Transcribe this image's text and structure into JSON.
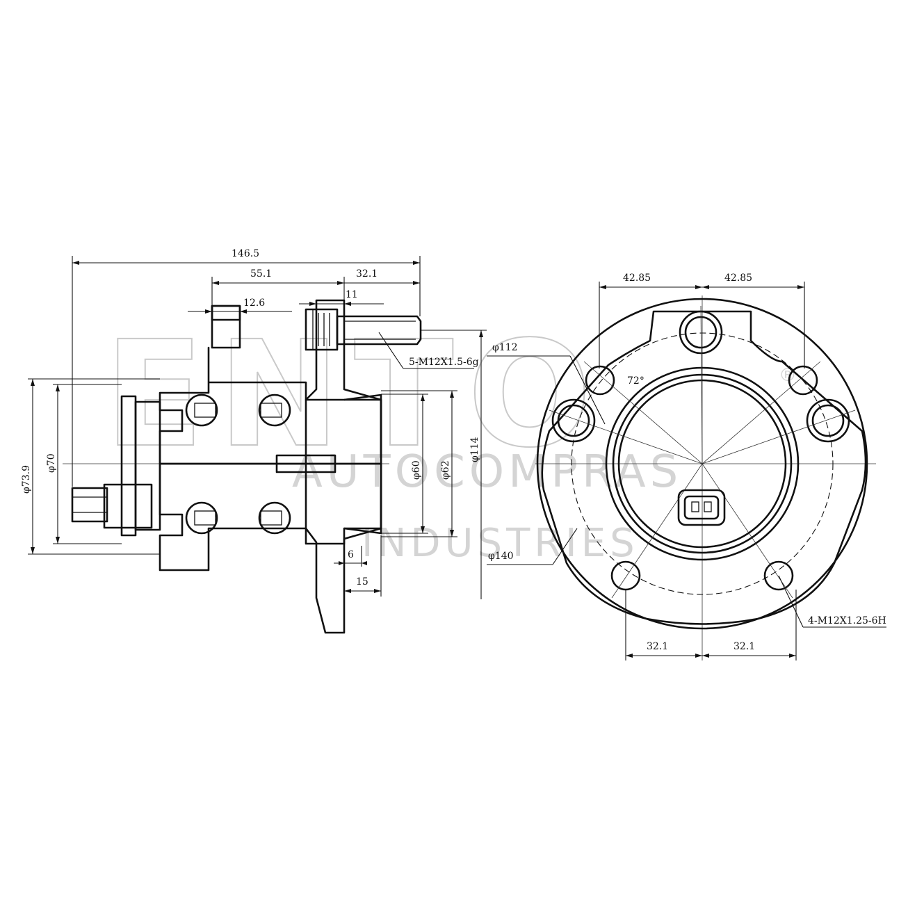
{
  "drawing": {
    "side_view": {
      "overall_length": "146.5",
      "flange_to_end": "55.1",
      "stud_length": "32.1",
      "abs_ring_width": "12.6",
      "stud_head": "11",
      "stud_thread": "5-M12X1.5-6g",
      "bore_60": "φ60",
      "pilot_62": "φ62",
      "flange_114": "φ114",
      "seal_70": "φ70",
      "outer_73_9": "φ73.9",
      "offset_6": "6",
      "offset_15": "15"
    },
    "front_view": {
      "half_width_left": "42.85",
      "half_width_right": "42.85",
      "bottom_left": "32.1",
      "bottom_right": "32.1",
      "pcd_112": "φ112",
      "outer_140": "φ140",
      "angle": "72°",
      "mount_thread": "4-M12X1.25-6H"
    }
  },
  "watermark": {
    "logo_text": "ENTO",
    "company_line": "AUTOCOMPRAS",
    "industries_line": "INDUSTRIES",
    "registered_mark": "®"
  },
  "colors": {
    "line": "#111111",
    "background": "#ffffff",
    "watermark": "#c9c9c9"
  }
}
